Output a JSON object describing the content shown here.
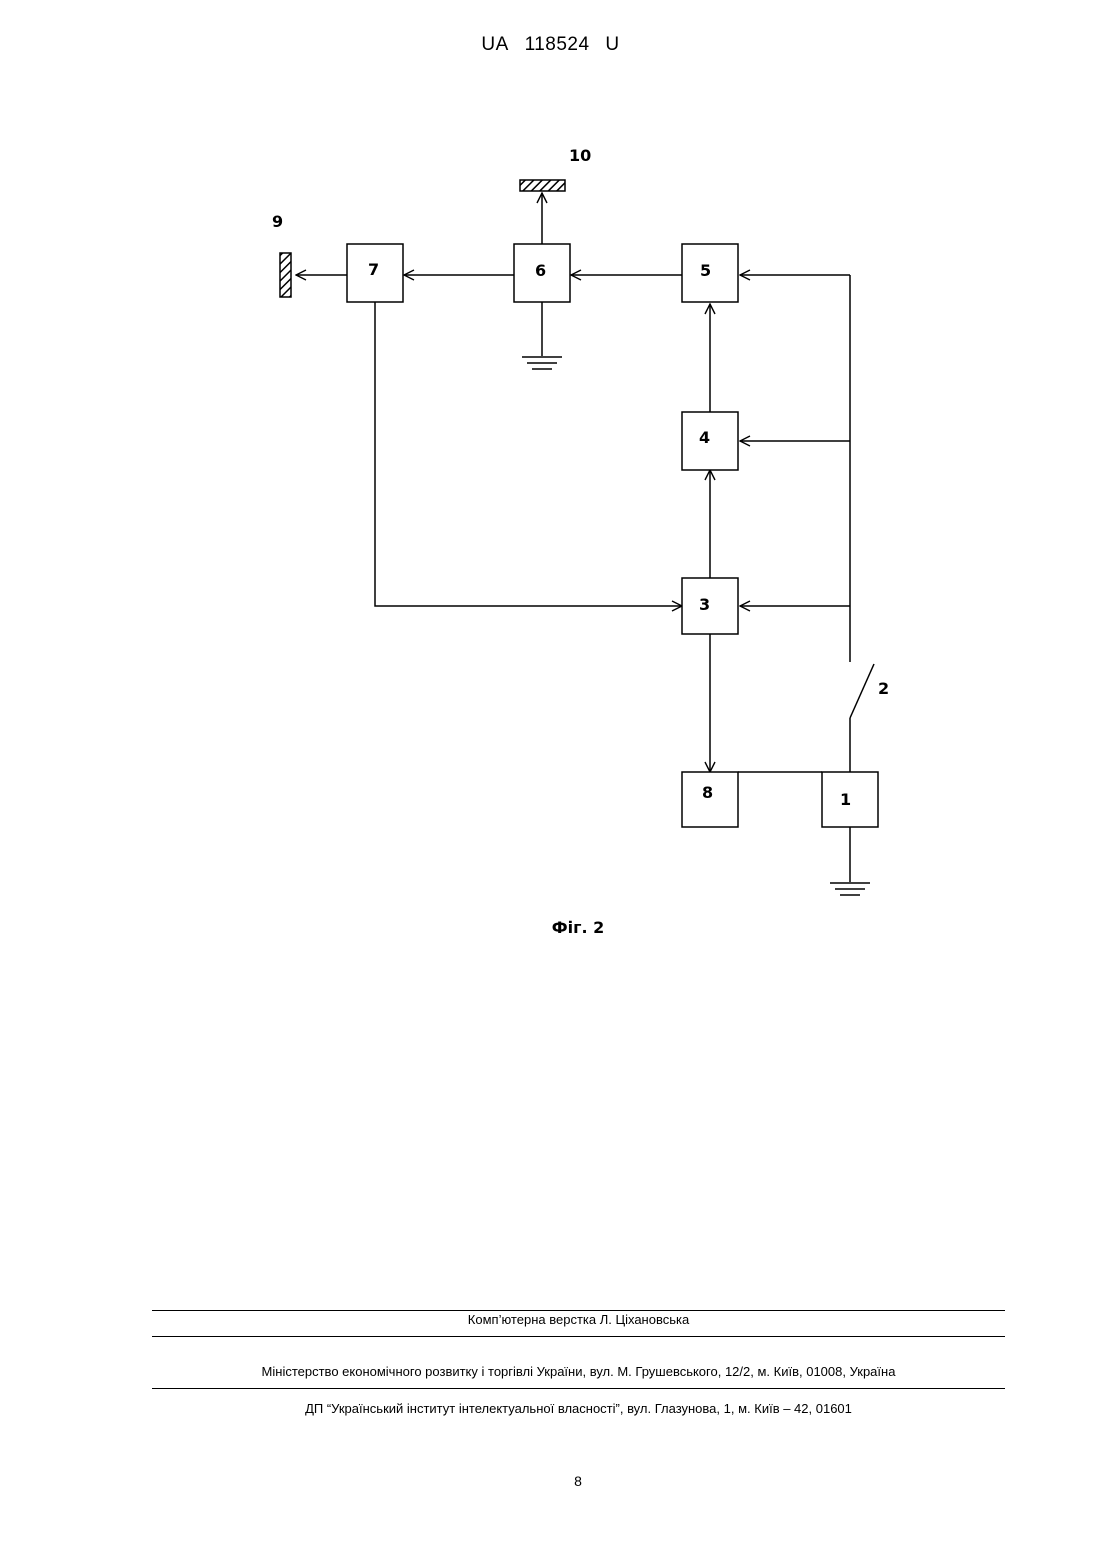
{
  "header": {
    "country": "UA",
    "number": "118524",
    "kind": "U"
  },
  "figure": {
    "caption": "Фіг. 2",
    "blocks": [
      "1",
      "3",
      "4",
      "5",
      "6",
      "7",
      "8"
    ],
    "labels": {
      "switch": "2",
      "electrode_left": "9",
      "electrode_top": "10"
    }
  },
  "footer": {
    "layout": "Комп’ютерна верстка Л. Ціхановська",
    "ministry": "Міністерство економічного розвитку і торгівлі України, вул. М. Грушевського, 12/2, м. Київ, 01008, Україна",
    "institute": "ДП “Український інститут інтелектуальної власності”, вул. Глазунова, 1, м. Київ – 42, 01601",
    "page_number": "8"
  }
}
